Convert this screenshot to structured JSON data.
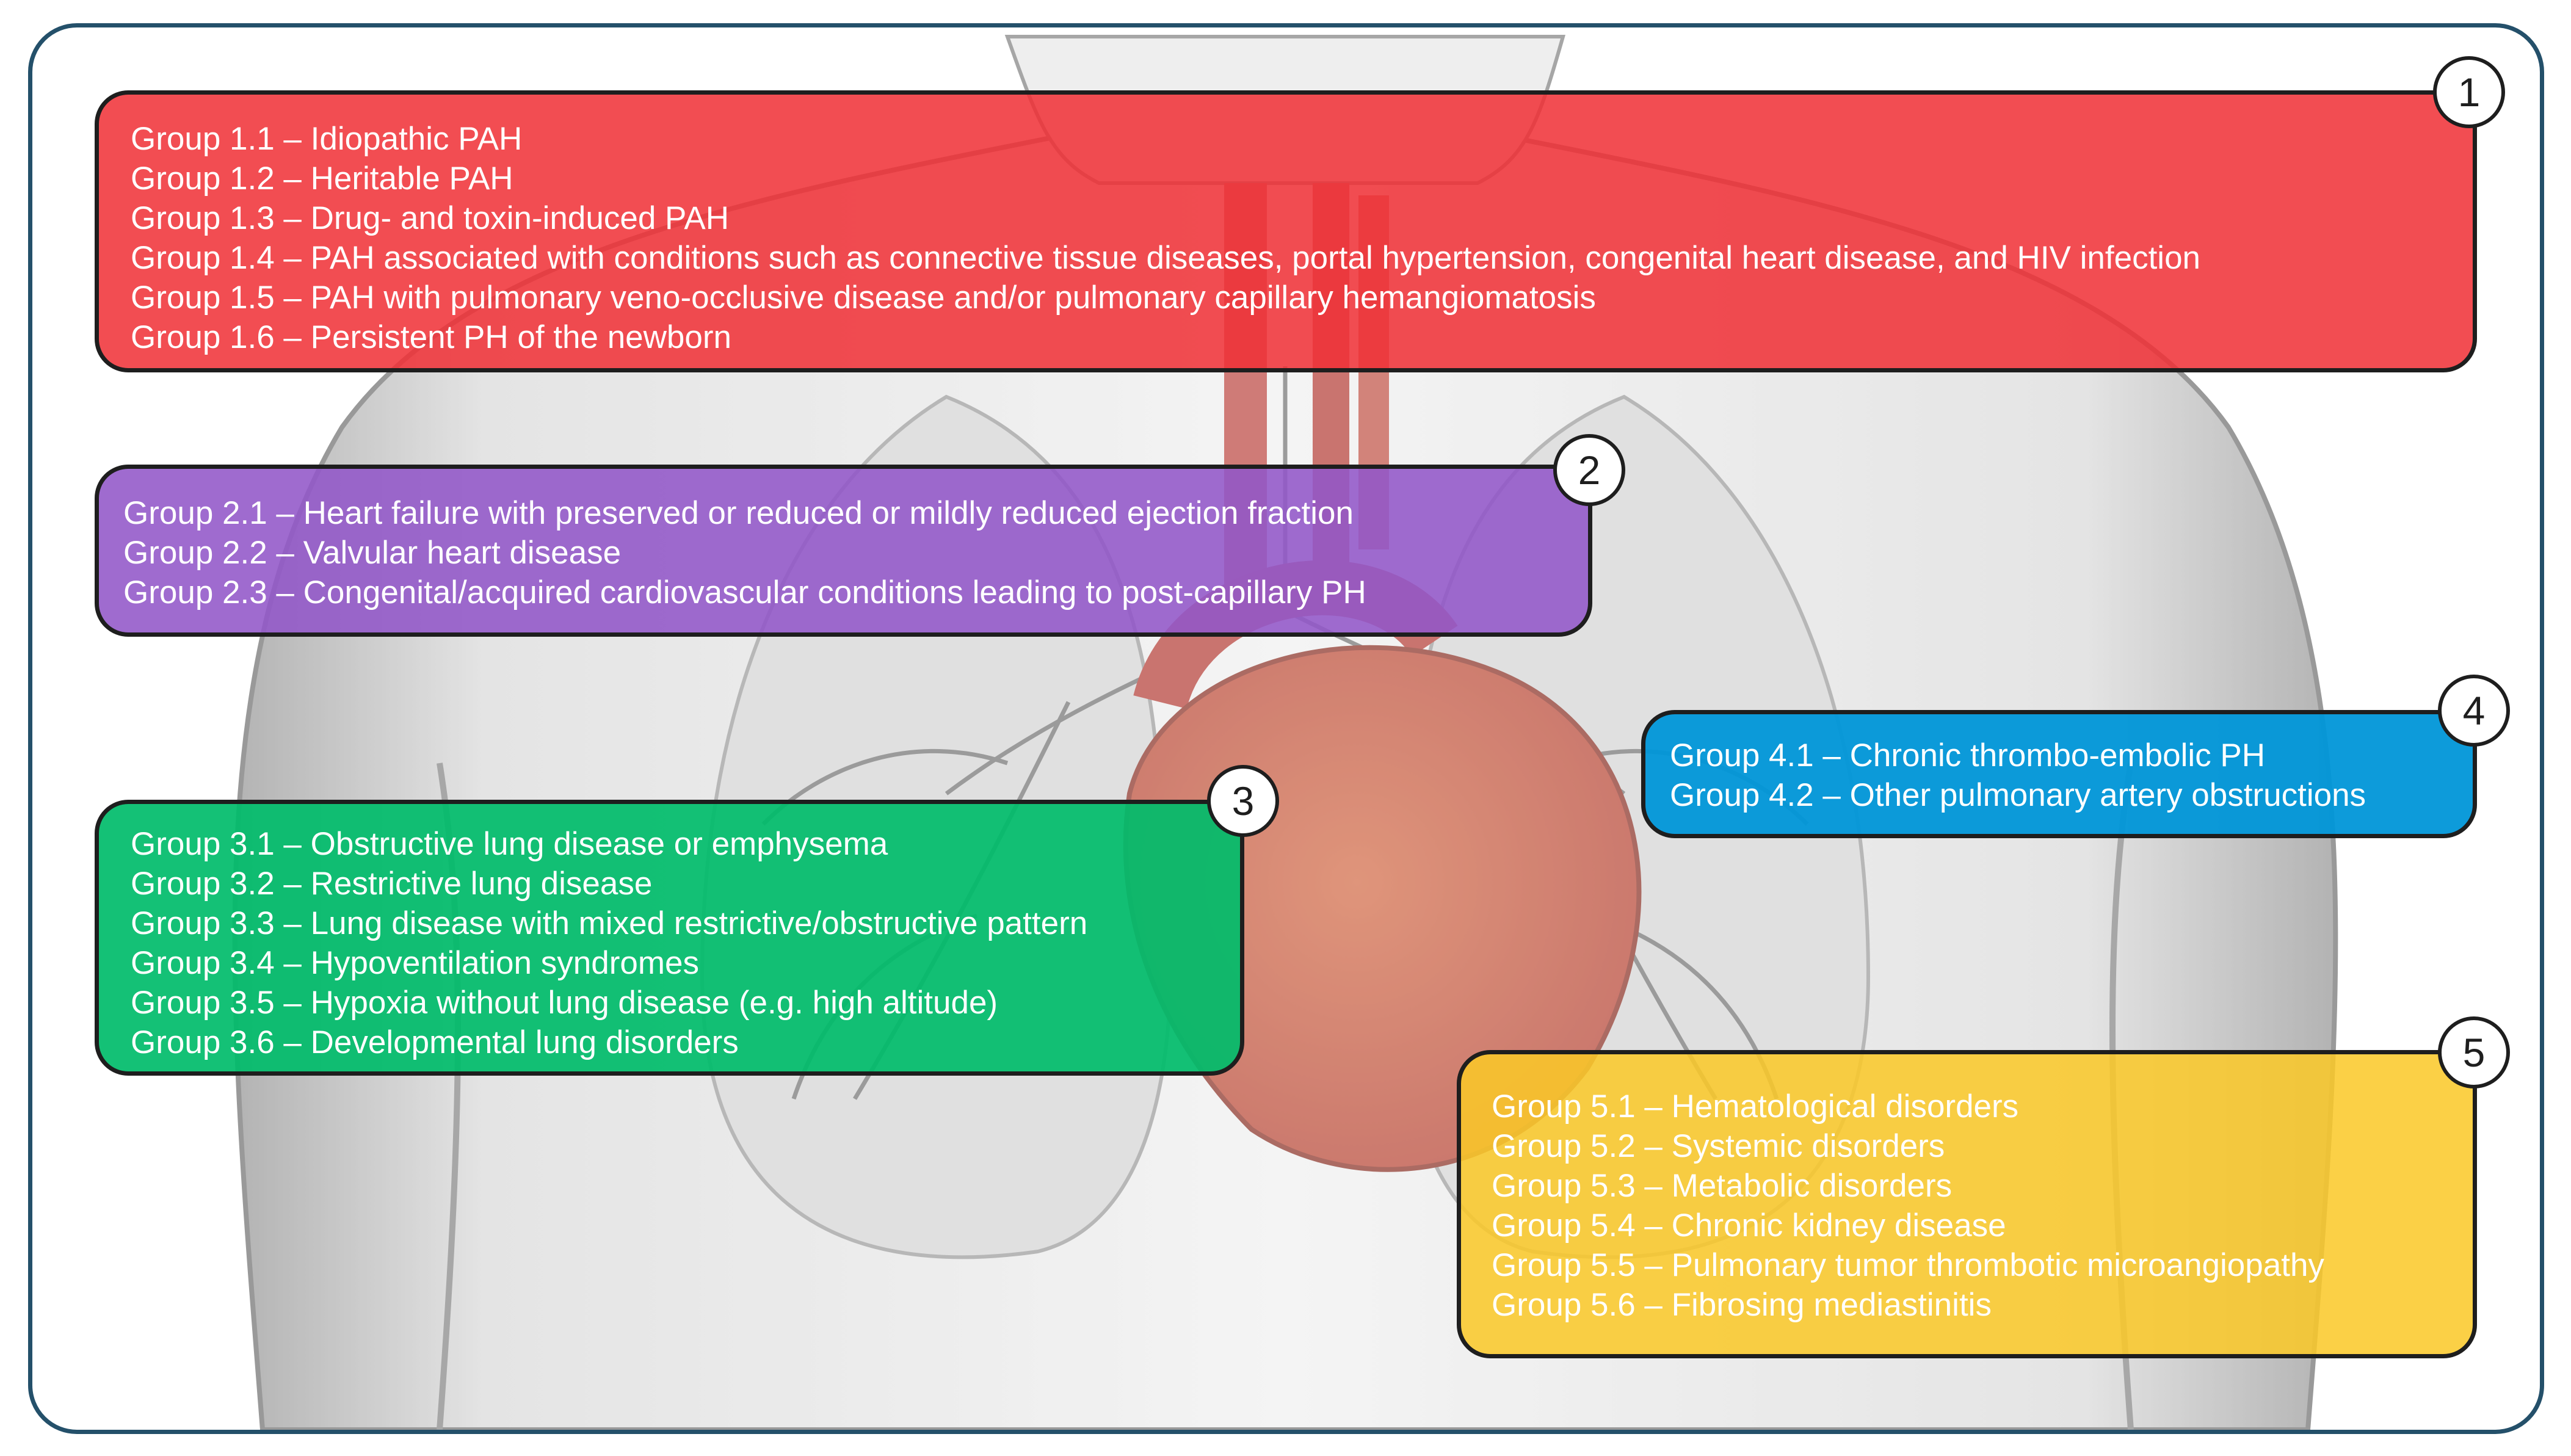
{
  "groups": [
    {
      "number": "1",
      "color": "#f03036",
      "items": [
        "Group 1.1 – Idiopathic PAH",
        "Group 1.2 – Heritable PAH",
        "Group 1.3 – Drug- and toxin-induced PAH",
        "Group 1.4 – PAH associated with conditions such as connective tissue diseases, portal hypertension, congenital heart disease, and HIV infection",
        "Group 1.5 – PAH with pulmonary veno-occlusive disease and/or pulmonary capillary hemangiomatosis",
        "Group 1.6 – Persistent PH of the newborn"
      ]
    },
    {
      "number": "2",
      "color": "#9256c8",
      "items": [
        "Group 2.1 – Heart failure with preserved or reduced or mildly reduced ejection fraction",
        "Group 2.2 – Valvular heart disease",
        "Group 2.3 – Congenital/acquired cardiovascular conditions leading to post-capillary PH"
      ]
    },
    {
      "number": "3",
      "color": "#00bc6a",
      "items": [
        "Group 3.1 – Obstructive lung disease or emphysema",
        "Group 3.2 – Restrictive lung disease",
        "Group 3.3 – Lung disease with mixed restrictive/obstructive pattern",
        "Group 3.4 – Hypoventilation syndromes",
        "Group 3.5 – Hypoxia without lung disease (e.g. high altitude)",
        "Group 3.6 – Developmental lung disorders"
      ]
    },
    {
      "number": "4",
      "color": "#0096d8",
      "items": [
        "Group 4.1 – Chronic thrombo-embolic PH",
        "Group 4.2 – Other pulmonary artery obstructions"
      ]
    },
    {
      "number": "5",
      "color": "#fac828",
      "items": [
        "Group 5.1 – Hematological disorders",
        "Group 5.2 – Systemic disorders",
        "Group 5.3 – Metabolic disorders",
        "Group 5.4 – Chronic kidney disease",
        "Group 5.5 – Pulmonary tumor thrombotic microangiopathy",
        "Group 5.6 – Fibrosing mediastinitis"
      ]
    }
  ]
}
